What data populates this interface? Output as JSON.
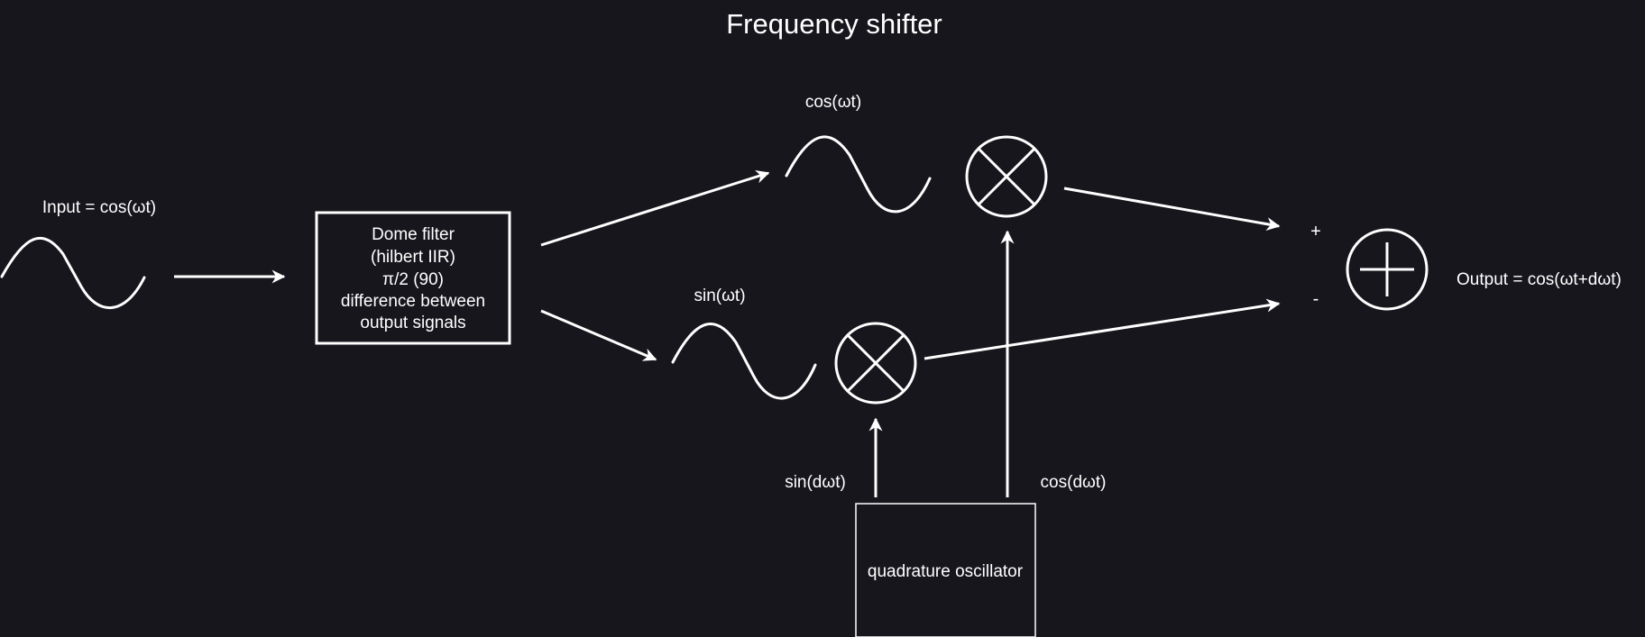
{
  "diagram": {
    "title": "Frequency shifter",
    "input_label": "Input = cos(ωt)",
    "filter_lines": [
      "Dome filter",
      "(hilbert IIR)",
      "π/2 (90)",
      "difference between",
      "output signals"
    ],
    "cos_branch_label": "cos(ωt)",
    "sin_branch_label": "sin(ωt)",
    "sin_osc_label": "sin(dωt)",
    "cos_osc_label": "cos(dωt)",
    "oscillator_label": "quadrature oscillator",
    "plus_sign": "+",
    "minus_sign": "-",
    "output_label": "Output = cos(ωt+dωt)"
  },
  "colors": {
    "background": "#18161d",
    "foreground": "#ffffff"
  },
  "icons": {
    "multiplier": "circled-times-icon",
    "summer": "circled-plus-icon",
    "signal": "sine-wave-icon"
  }
}
